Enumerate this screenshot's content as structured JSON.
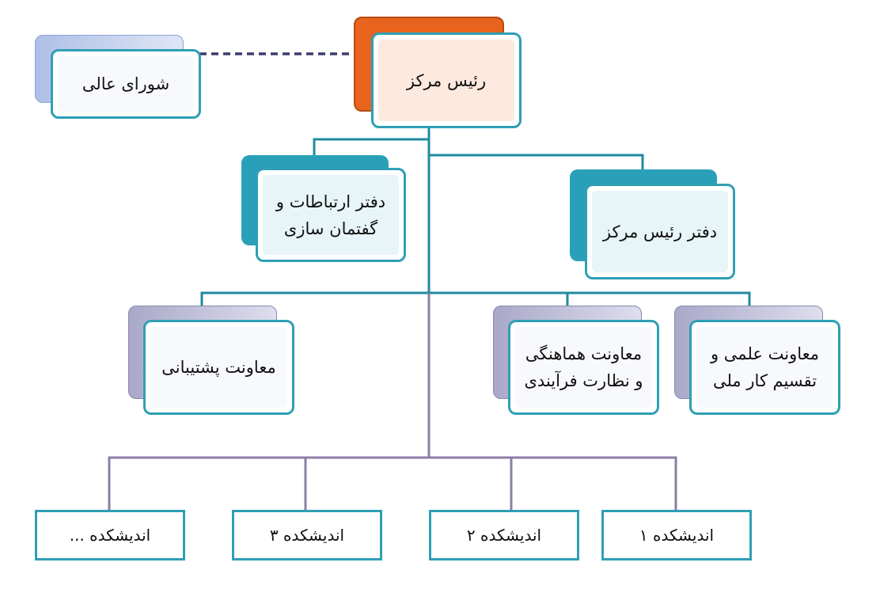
{
  "chart": {
    "head": "رئیس مرکز",
    "council": "شورای عالی",
    "offices": [
      "دفتر ارتباطات و\nگفتمان سازی",
      "دفتر رئیس مرکز"
    ],
    "deputies": [
      "معاونت پشتیبانی",
      "معاونت هماهنگی\nو نظارت فرآیندی",
      "معاونت علمی و\nتقسیم کار ملی"
    ],
    "think_tanks": [
      "اندیشکده ...",
      "اندیشکده  ۳",
      "اندیشکده  ۲",
      "اندیشکده  ۱"
    ]
  },
  "colors": {
    "teal": "#2f9fb5",
    "connector_teal": "#1f8aa0",
    "connector_purple": "#8c7ea6",
    "head_accent": "#e8641e",
    "council_link": "#3c3c6e"
  }
}
